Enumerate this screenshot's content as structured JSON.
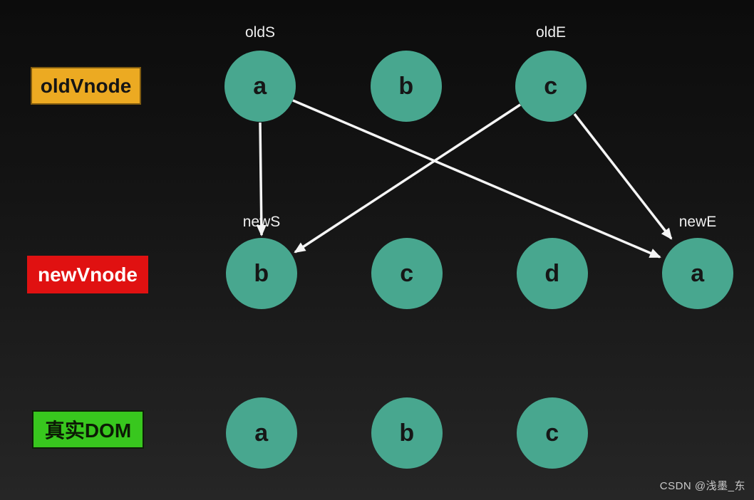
{
  "rows": [
    {
      "id": "old-vnode",
      "label": "oldVnode",
      "label_bg": "#ecaa22",
      "label_text_color": "#151515",
      "nodes": [
        {
          "letter": "a",
          "pointer": "oldS"
        },
        {
          "letter": "b"
        },
        {
          "letter": "c",
          "pointer": "oldE"
        }
      ]
    },
    {
      "id": "new-vnode",
      "label": "newVnode",
      "label_bg": "#e01111",
      "label_text_color": "#ffffff",
      "nodes": [
        {
          "letter": "b",
          "pointer": "newS"
        },
        {
          "letter": "c"
        },
        {
          "letter": "d"
        },
        {
          "letter": "a",
          "pointer": "newE"
        }
      ]
    },
    {
      "id": "real-dom",
      "label": "真实DOM",
      "label_bg": "#38c71e",
      "label_text_color": "#0c1a05",
      "nodes": [
        {
          "letter": "a"
        },
        {
          "letter": "b"
        },
        {
          "letter": "c"
        }
      ]
    }
  ],
  "edges": [
    {
      "from": "old-vnode node a (oldS)",
      "to": "new-vnode node b (newS)"
    },
    {
      "from": "old-vnode node a (oldS)",
      "to": "new-vnode node a (newE)"
    },
    {
      "from": "old-vnode node c (oldE)",
      "to": "new-vnode node b (newS)"
    },
    {
      "from": "old-vnode node c (oldE)",
      "to": "new-vnode node a (newE)"
    }
  ],
  "colors": {
    "node_fill": "#48a78f",
    "node_text": "#161616",
    "arrow": "#f5f5f5",
    "pointer_text": "#efefef",
    "background_top": "#0c0c0c",
    "background_bottom": "#262626"
  },
  "watermark": "CSDN @浅墨_东"
}
